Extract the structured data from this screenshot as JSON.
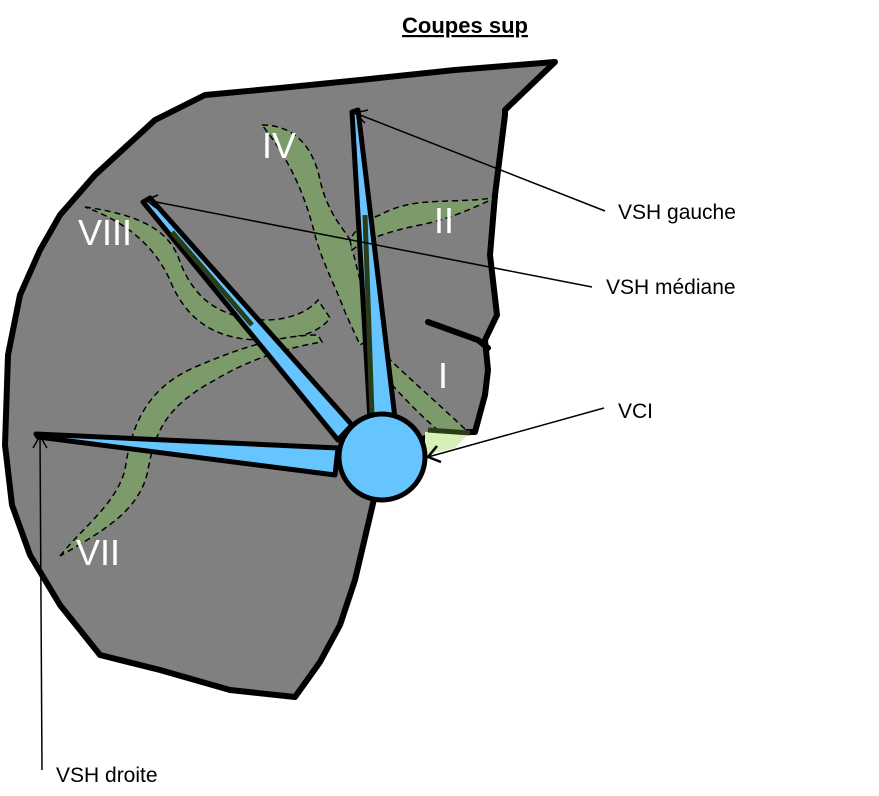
{
  "title": "Coupes sup",
  "segments": [
    "IV",
    "II",
    "VIII",
    "I",
    "VII"
  ],
  "labels": {
    "vsh_gauche": "VSH gauche",
    "vsh_mediane": "VSH médiane",
    "vci": "VCI",
    "vsh_droite": "VSH droite"
  },
  "colors": {
    "liver": "#808080",
    "vein": "#66c5ff",
    "portal": "#7c9a6a",
    "portal_light": "#d6f0b8",
    "outline": "#000000"
  }
}
